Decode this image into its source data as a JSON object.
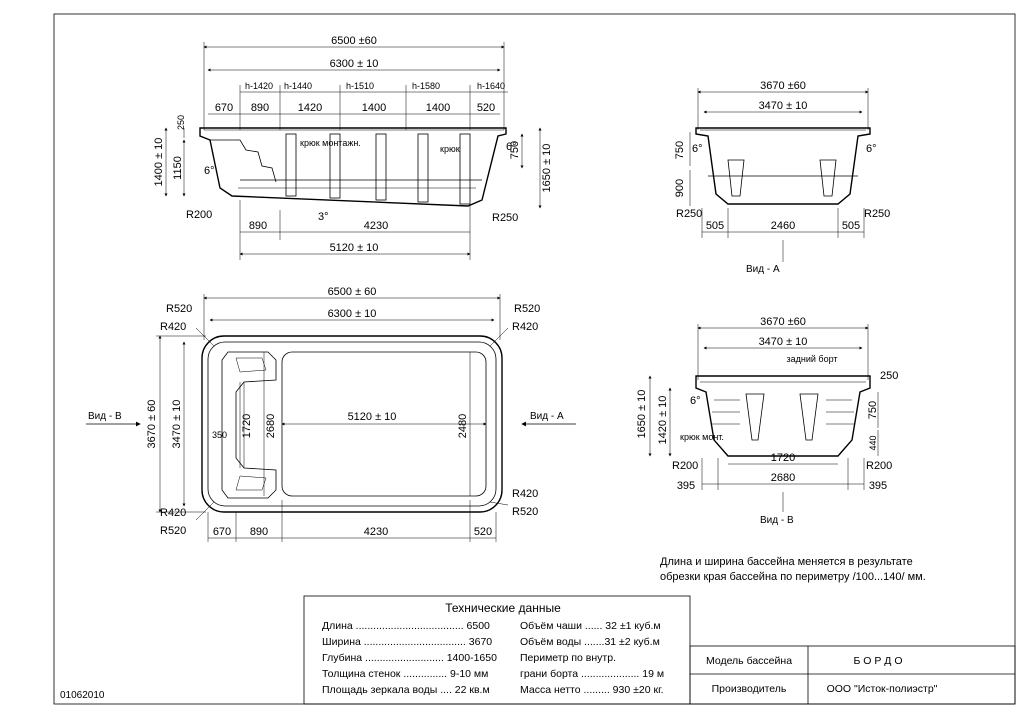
{
  "side_view": {
    "overall_length": "6500 ±60",
    "inner_length": "6300 ± 10",
    "steps_h": [
      "h-1420",
      "h-1440",
      "h-1510",
      "h-1580",
      "h-1640"
    ],
    "segments": [
      "670",
      "890",
      "1420",
      "1400",
      "1400",
      "520"
    ],
    "left_dims": [
      "250",
      "1400 ± 10",
      "1150"
    ],
    "right_dims": [
      "750",
      "1650 ± 10"
    ],
    "angle_left": "6°",
    "angle_right": "6°",
    "floor_angle": "3°",
    "r_left": "R200",
    "r_right": "R250",
    "bottom_segs": [
      "890",
      "4230"
    ],
    "bottom_total": "5120 ± 10",
    "mount_label_1": "крюк монтажн.",
    "mount_label_2": "крюк"
  },
  "end_view_a": {
    "overall": "3670 ±60",
    "inner": "3470 ± 10",
    "left_dims": [
      "750",
      "900"
    ],
    "angle_left": "6°",
    "angle_right": "6°",
    "r_left": "R250",
    "r_right": "R250",
    "bottom_segs": [
      "505",
      "2460",
      "505"
    ],
    "caption": "Вид - А"
  },
  "plan_view": {
    "overall_length": "6500 ± 60",
    "inner_length": "6300 ± 10",
    "overall_width": "3670 ± 60",
    "inner_width": "3470 ± 10",
    "radii_tl": [
      "R520",
      "R420"
    ],
    "radii_tr": [
      "R520",
      "R420"
    ],
    "radii_bl": [
      "R420",
      "R520"
    ],
    "radii_br": [
      "R420",
      "R520"
    ],
    "center_length": "5120 ± 10",
    "dims_inner": [
      "350",
      "1720",
      "2680",
      "2480"
    ],
    "bottom_segs": [
      "670",
      "890",
      "4230",
      "520"
    ],
    "view_b": "Вид - В",
    "view_a": "Вид - А"
  },
  "end_view_b": {
    "overall": "3670 ±60",
    "inner": "3470 ± 10",
    "back_wall": "задний борт",
    "top_right": "250",
    "left_dims": [
      "1650 ± 10",
      "1420 ± 10"
    ],
    "right_dims": [
      "750",
      "440"
    ],
    "angle": "6°",
    "mount": "крюк монт.",
    "r_left": "R200",
    "r_right": "R200",
    "inner_seg": "1720",
    "bottom_segs": [
      "395",
      "2680",
      "395"
    ],
    "caption": "Вид - В"
  },
  "note": {
    "line1": "Длина и ширина бассейна меняется в результате",
    "line2": "обрезки края бассейна по периметру /100...140/ мм."
  },
  "specs": {
    "title": "Технические данные",
    "left": [
      "Длина ..................................... 6500",
      "Ширина ................................... 3670",
      "Глубина ........................... 1400-1650",
      "Толщина стенок ............... 9-10 мм",
      "Площадь зеркала воды .... 22 кв.м"
    ],
    "right": [
      "Объём чаши ...... 32 ±1 куб.м",
      "Объём воды .......31 ±2 куб.м",
      "Периметр по внутр.",
      "грани борта .................... 19 м",
      "Масса нетто ......... 930 ±20 кг."
    ]
  },
  "title_block": {
    "model_label": "Модель бассейна",
    "model_value": "Б О Р Д О",
    "maker_label": "Производитель",
    "maker_value": "ООО \"Исток-полиэстр\""
  },
  "doc_code": "01062010"
}
